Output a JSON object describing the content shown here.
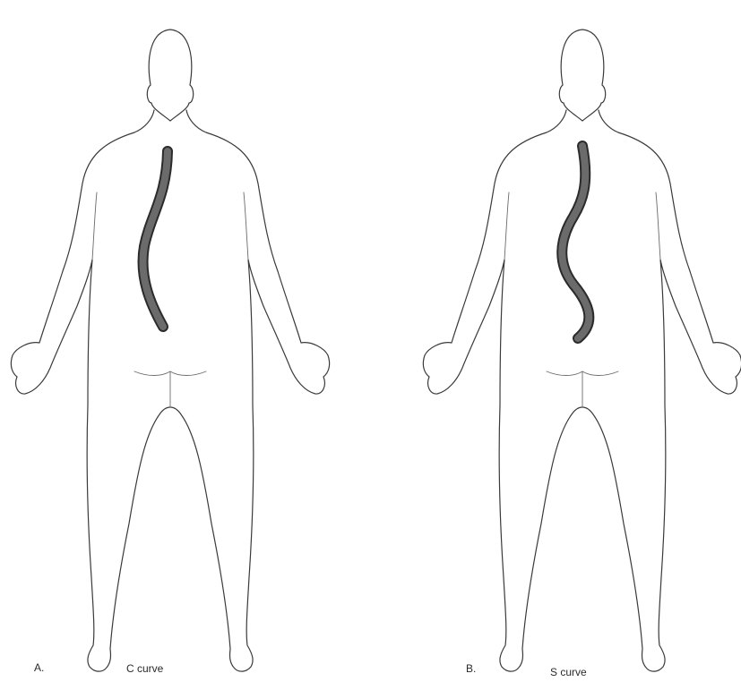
{
  "panels": [
    {
      "letter": "A.",
      "caption": "C curve",
      "spine_color": "#6b6b6b"
    },
    {
      "letter": "B.",
      "caption": "S curve",
      "spine_color": "#6b6b6b"
    }
  ]
}
